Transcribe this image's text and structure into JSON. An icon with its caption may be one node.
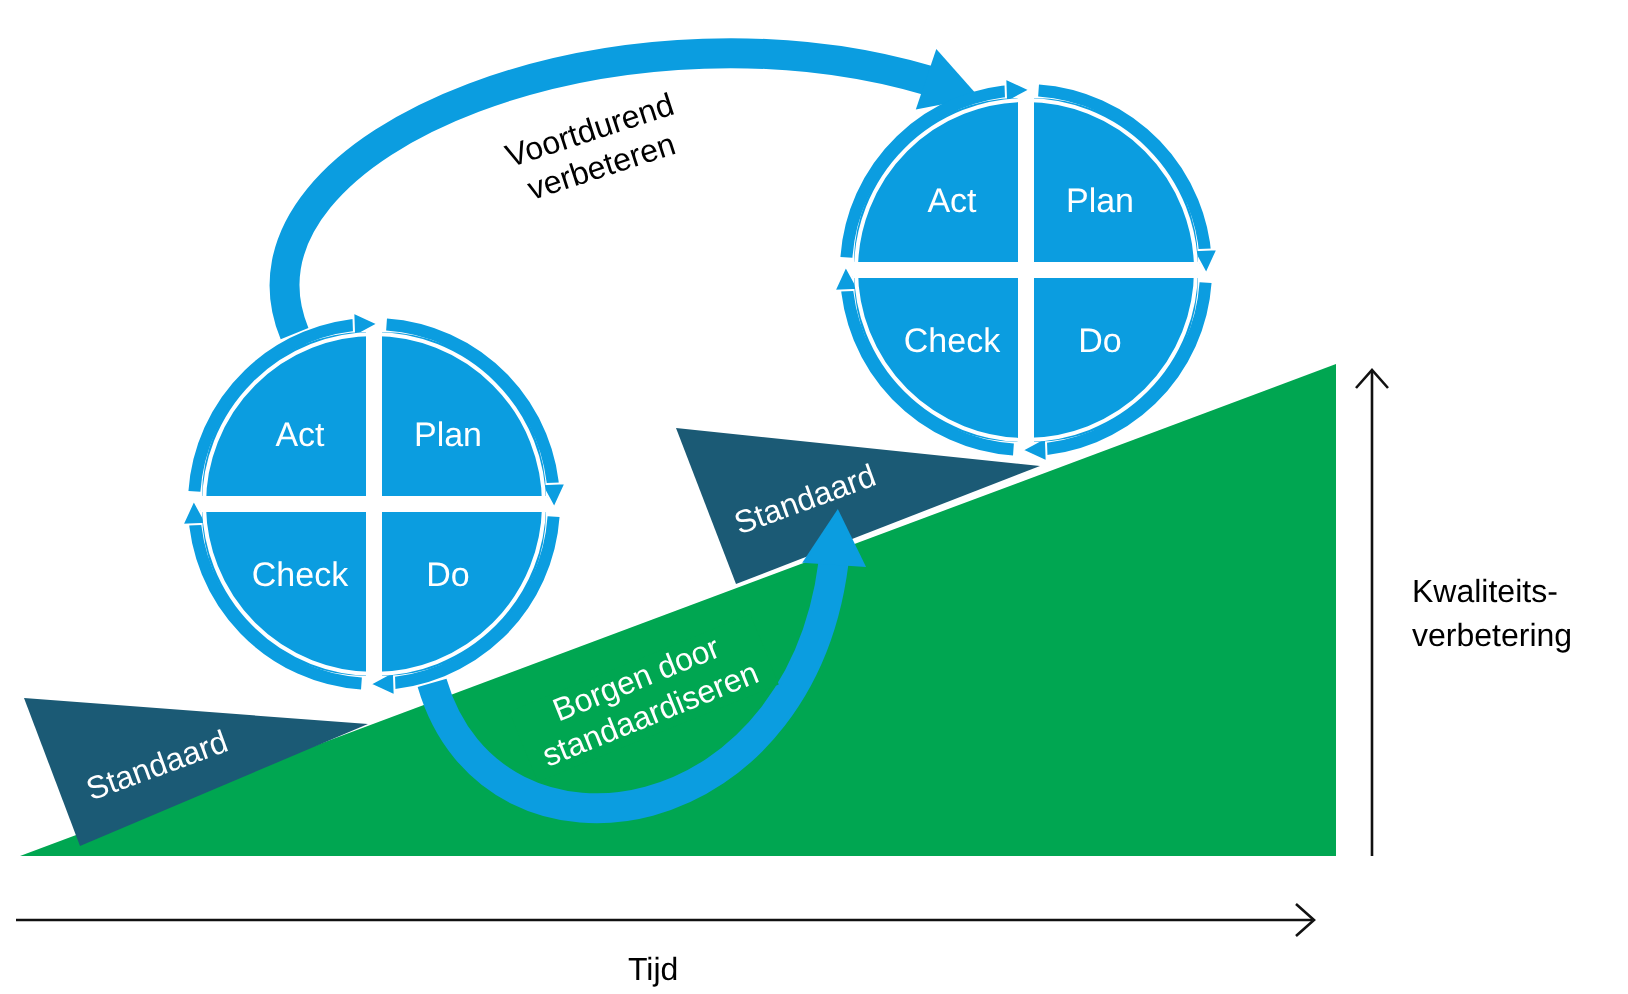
{
  "diagram": {
    "nodes": [
      {
        "text": [],
        "shape": "circle"
      },
      {
        "text": [
          "Act"
        ],
        "in": 0
      },
      {
        "text": [
          "Plan"
        ],
        "in": 0
      },
      {
        "text": [
          "Check"
        ],
        "in": 0
      },
      {
        "text": [
          "Do"
        ],
        "in": 0
      },
      {
        "text": [],
        "shape": "circle"
      },
      {
        "text": [
          "Act"
        ],
        "in": 5
      },
      {
        "text": [
          "Plan"
        ],
        "in": 5
      },
      {
        "text": [
          "Check"
        ],
        "in": 5
      },
      {
        "text": [
          "Do"
        ],
        "in": 5
      },
      {
        "text": [
          "Standaard"
        ]
      },
      {
        "text": [
          "Standaard"
        ]
      }
    ],
    "edges": [
      {
        "from": 0,
        "to": 5,
        "arrow": "to",
        "label": "Voortdurend verbeteren",
        "style": "thick"
      },
      {
        "from": 0,
        "to": 11,
        "arrow": "to",
        "label": "Borgen door standaardiseren",
        "style": "thick"
      },
      {
        "from": 1,
        "to": 2,
        "arrow": "to"
      },
      {
        "from": 2,
        "to": 4,
        "arrow": "to"
      },
      {
        "from": 4,
        "to": 3,
        "arrow": "to"
      },
      {
        "from": 3,
        "to": 1,
        "arrow": "to"
      },
      {
        "from": 6,
        "to": 7,
        "arrow": "to"
      },
      {
        "from": 7,
        "to": 9,
        "arrow": "to"
      },
      {
        "from": 9,
        "to": 8,
        "arrow": "to"
      },
      {
        "from": 8,
        "to": 6,
        "arrow": "to"
      }
    ],
    "labels": [
      "Kwaliteits- verbetering",
      "Tijd"
    ]
  }
}
